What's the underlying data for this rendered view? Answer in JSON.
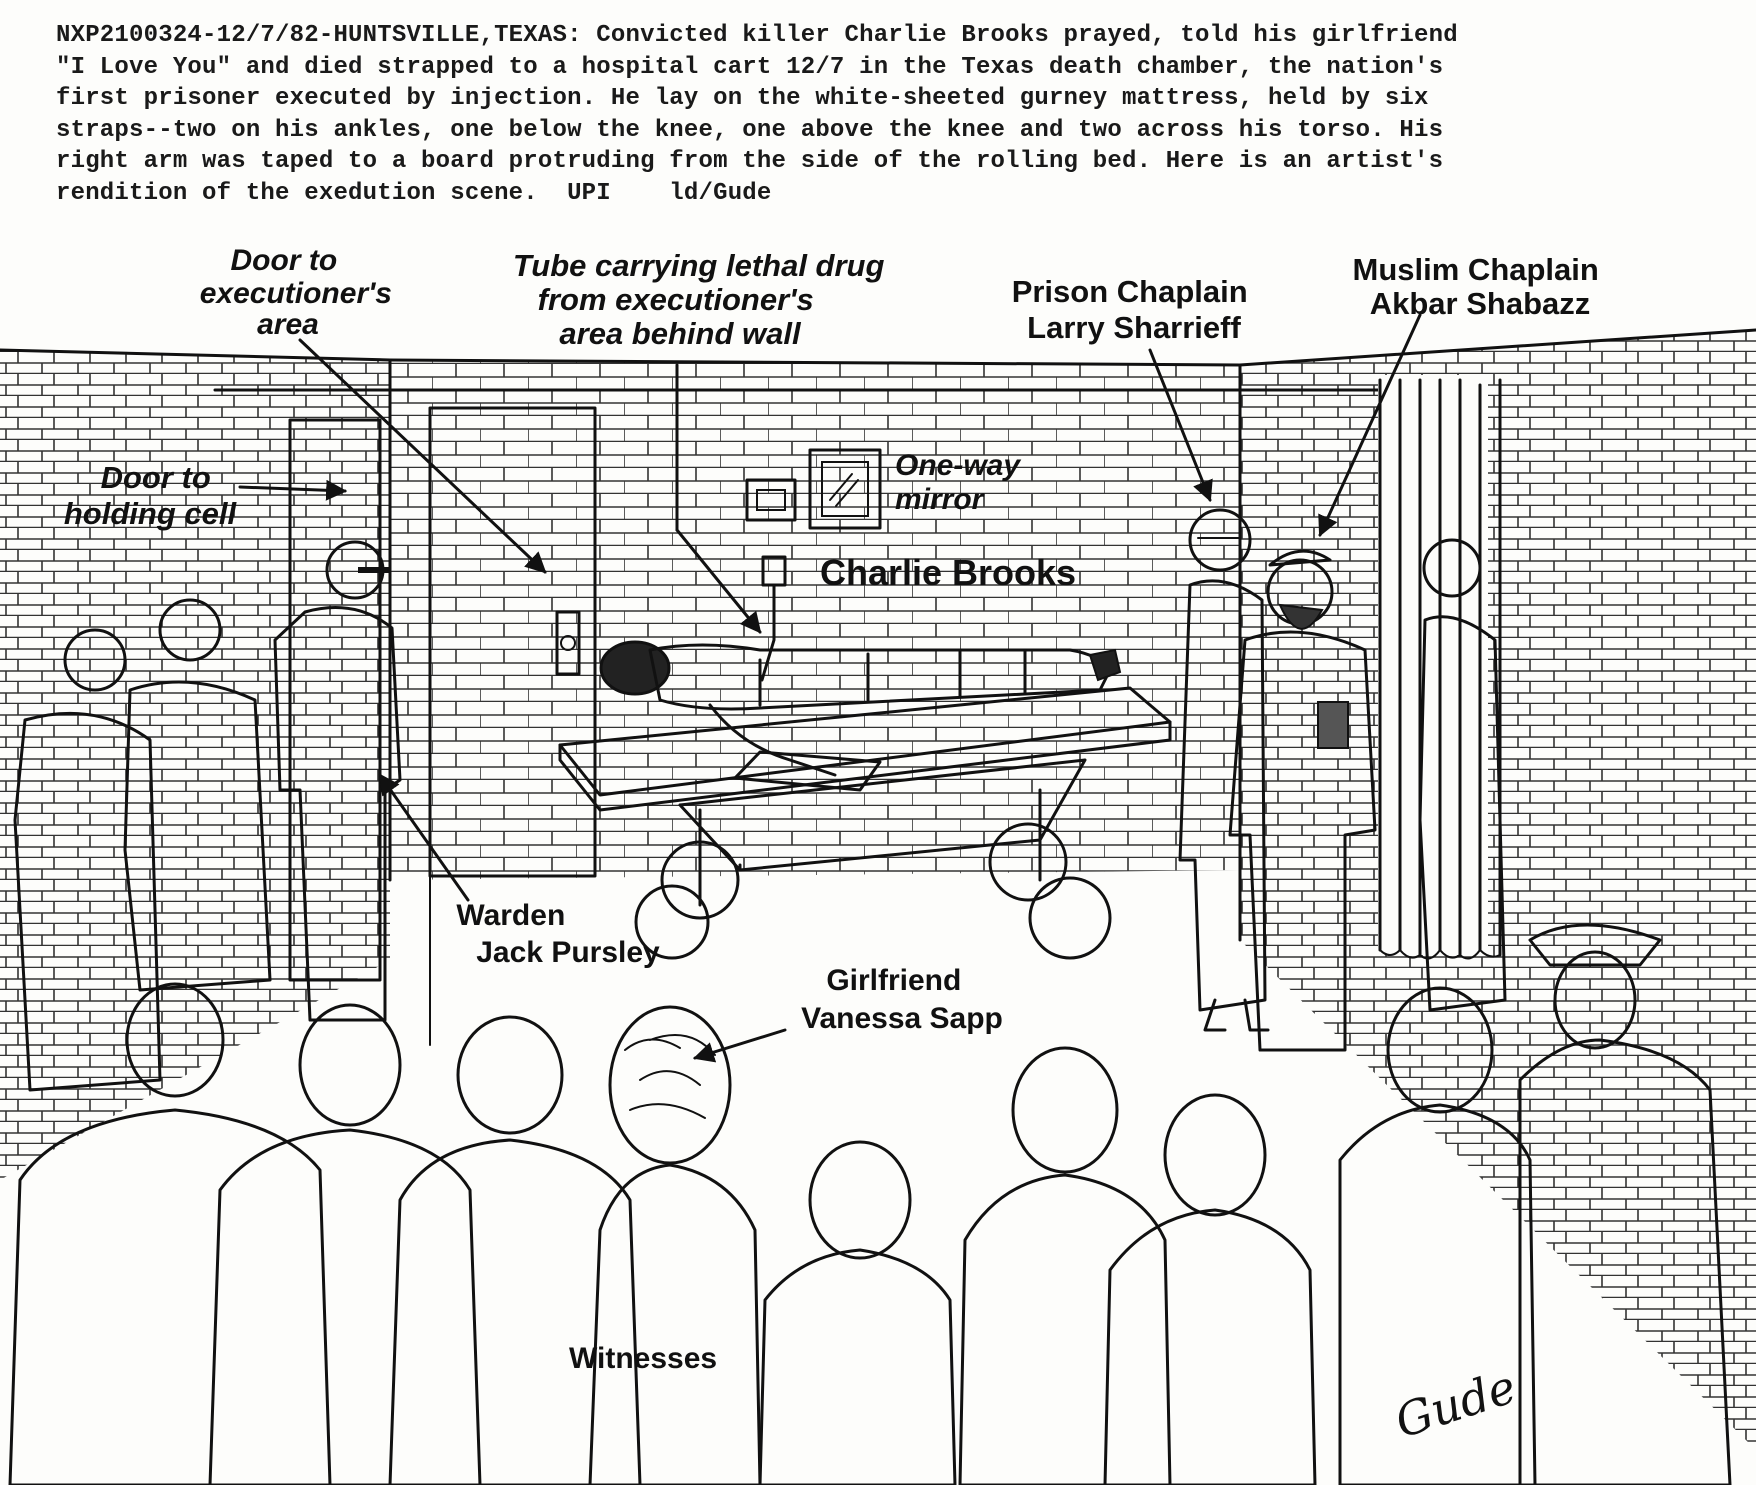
{
  "caption": {
    "lines": [
      "NXP2100324-12/7/82-HUNTSVILLE,TEXAS: Convicted killer Charlie Brooks prayed, told his girlfriend",
      "\"I Love You\" and died strapped to a hospital cart 12/7 in the Texas death chamber, the nation's",
      "first prisoner executed by injection. He lay on the white-sheeted gurney mattress, held by six",
      "straps--two on his ankles, one below the knee, one above the knee and two across his torso. His",
      "right arm was taped to a board protruding from the side of the rolling bed. Here is an artist's",
      "rendition of the exedution scene.  UPI    ld/Gude"
    ]
  },
  "labels": {
    "door_executioner": [
      "Door to",
      "executioner's",
      "area"
    ],
    "tube": [
      "Tube carrying lethal drug",
      "from executioner's",
      "area behind wall"
    ],
    "prison_chaplain": [
      "Prison Chaplain",
      "Larry Sharrieff"
    ],
    "muslim_chaplain": [
      "Muslim Chaplain",
      "Akbar Shabazz"
    ],
    "door_holding": [
      "Door to",
      "holding cell"
    ],
    "mirror": [
      "One-way",
      "mirror"
    ],
    "charlie": "Charlie Brooks",
    "warden": [
      "Warden",
      "Jack Pursley"
    ],
    "girlfriend": [
      "Girlfriend",
      "Vanessa Sapp"
    ],
    "witnesses": "Witnesses"
  },
  "signature": "Gude"
}
